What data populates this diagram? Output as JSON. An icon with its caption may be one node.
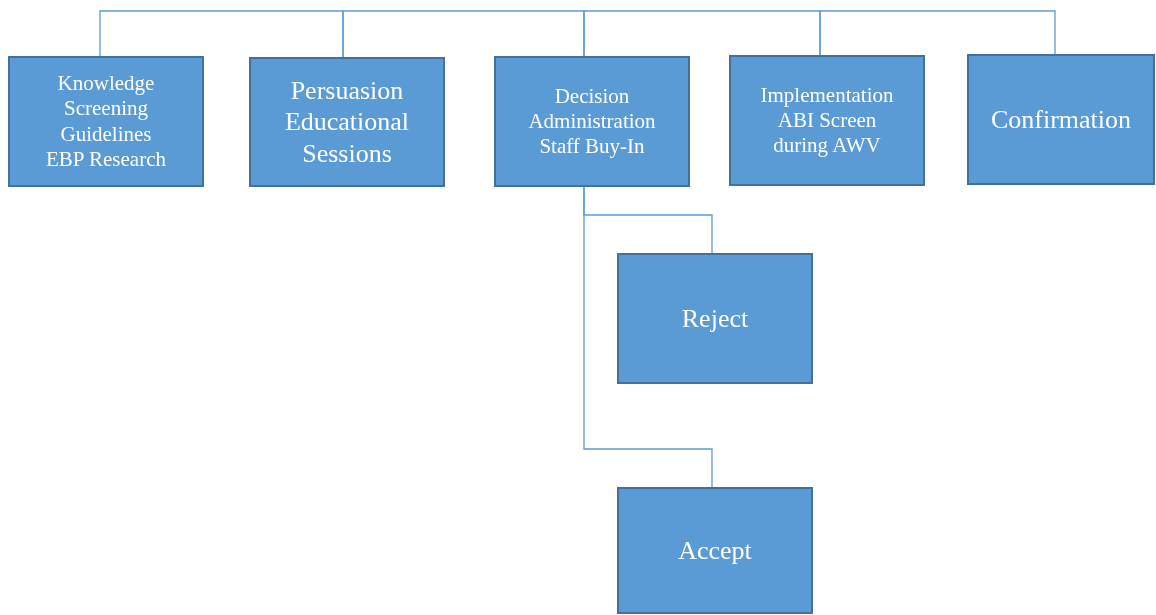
{
  "diagram": {
    "nodes": [
      {
        "text": [
          "Knowledge",
          "Screening Guidelines",
          "EBP Research"
        ]
      },
      {
        "text": [
          "Persuasion",
          "Educational Sessions"
        ]
      },
      {
        "text": [
          "Decision",
          "Administration Staff Buy-In"
        ]
      },
      {
        "text": [
          "Implementation",
          "ABI Screen during AWV"
        ]
      },
      {
        "text": [
          "Confirmation"
        ]
      },
      {
        "text": [
          "Reject"
        ]
      },
      {
        "text": [
          "Accept"
        ]
      }
    ],
    "edges": [
      {
        "from": 0,
        "to": 1,
        "arrow": "none"
      },
      {
        "from": 1,
        "to": 2,
        "arrow": "none"
      },
      {
        "from": 2,
        "to": 3,
        "arrow": "none"
      },
      {
        "from": 3,
        "to": 4,
        "arrow": "none"
      },
      {
        "from": 2,
        "to": 5,
        "arrow": "none"
      },
      {
        "from": 2,
        "to": 6,
        "arrow": "none"
      }
    ]
  }
}
